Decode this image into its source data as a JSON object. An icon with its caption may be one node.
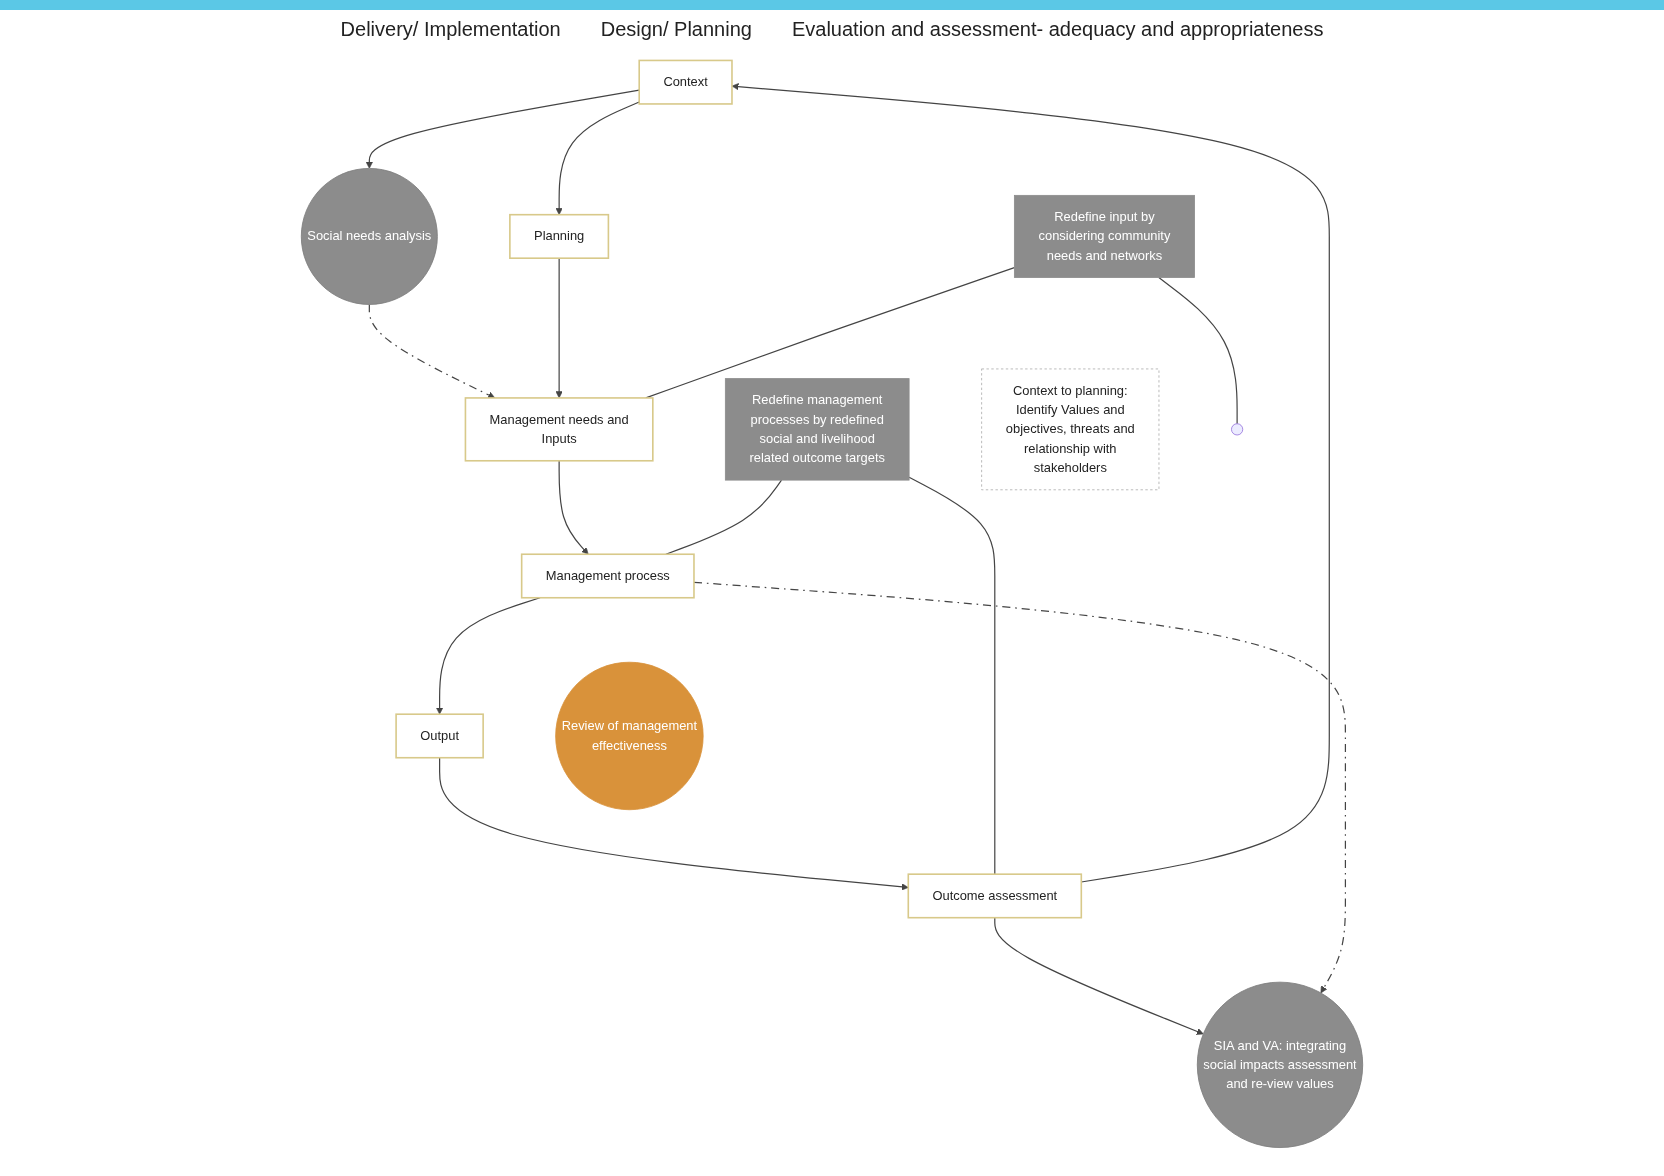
{
  "diagram": {
    "nodes": [
      {
        "text": [
          "Social needs analysis"
        ]
      },
      {
        "text": [
          "Context to planning: Identify Values and objectives, threats and relationship with stakeholders"
        ]
      },
      {
        "text": [
          "SIA and VA: integrating social impacts assessment and re-view values"
        ]
      },
      {
        "text": [
          "Context"
        ]
      },
      {
        "text": [
          "Outcome assessment"
        ]
      },
      {
        "text": [
          "Planning"
        ]
      },
      {
        "text": [
          "Review of management effectiveness"
        ]
      },
      {
        "text": [
          "Output"
        ]
      },
      {
        "text": [
          "Management needs and Inputs"
        ]
      },
      {
        "text": [
          "Management process"
        ]
      },
      {
        "text": [
          "Redefine management processes by redefined social and livelihood related outcome targets"
        ]
      },
      {
        "text": [
          "Redefine input by considering community needs and networks"
        ]
      }
    ],
    "edges": [
      {
        "from": 3,
        "to": 0,
        "arrow": "to"
      },
      {
        "from": 4,
        "to": 2,
        "arrow": "to"
      },
      {
        "from": 0,
        "to": 8,
        "arrow": "to",
        "style": "dashed"
      },
      {
        "from": 9,
        "to": 2,
        "arrow": "to",
        "style": "dashed"
      },
      {
        "from": 3,
        "to": 5,
        "arrow": "to"
      },
      {
        "from": 5,
        "to": 8,
        "arrow": "to"
      },
      {
        "from": 8,
        "to": 9,
        "arrow": "to"
      },
      {
        "from": 9,
        "to": 7,
        "arrow": "to"
      },
      {
        "from": 7,
        "to": 4,
        "arrow": "to"
      },
      {
        "from": 4,
        "to": 3,
        "arrow": "to"
      },
      {
        "from": 10,
        "to": 4,
        "arrow": "none"
      },
      {
        "from": 10,
        "to": 9,
        "arrow": "none"
      },
      {
        "from": 11,
        "to": null,
        "arrow": "none"
      },
      {
        "from": 11,
        "to": 8,
        "arrow": "none"
      }
    ],
    "labels": [
      "Delivery/ Implementation",
      "Design/ Planning",
      "Evaluation and assessment- adequacy and appropriateness"
    ]
  }
}
